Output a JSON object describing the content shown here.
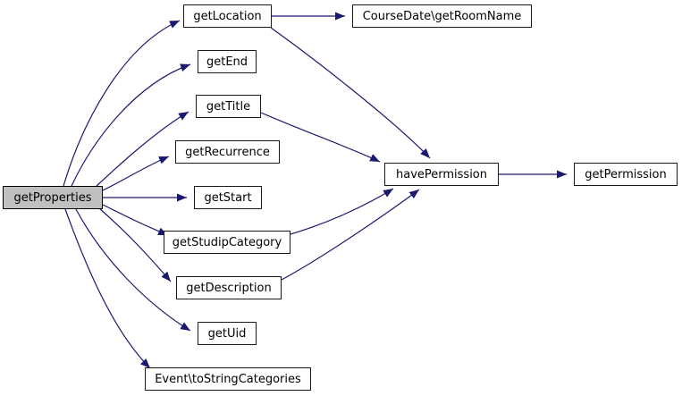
{
  "diagram": {
    "type": "call-graph",
    "colors": {
      "background": "#ffffff",
      "edge": "#191970",
      "node_border": "#1a1a1a",
      "node_fill": "#ffffff",
      "current_node_fill": "#c0c0c0",
      "text": "#000000"
    },
    "nodes": [
      {
        "id": "getProperties",
        "label": "getProperties",
        "current": true
      },
      {
        "id": "getLocation",
        "label": "getLocation",
        "current": false
      },
      {
        "id": "CourseDate\\getRoomName",
        "label": "CourseDate\\getRoomName",
        "current": false
      },
      {
        "id": "getEnd",
        "label": "getEnd",
        "current": false
      },
      {
        "id": "getTitle",
        "label": "getTitle",
        "current": false
      },
      {
        "id": "getRecurrence",
        "label": "getRecurrence",
        "current": false
      },
      {
        "id": "getStart",
        "label": "getStart",
        "current": false
      },
      {
        "id": "getStudipCategory",
        "label": "getStudipCategory",
        "current": false
      },
      {
        "id": "getDescription",
        "label": "getDescription",
        "current": false
      },
      {
        "id": "getUid",
        "label": "getUid",
        "current": false
      },
      {
        "id": "Event\\toStringCategories",
        "label": "Event\\toStringCategories",
        "current": false
      },
      {
        "id": "havePermission",
        "label": "havePermission",
        "current": false
      },
      {
        "id": "getPermission",
        "label": "getPermission",
        "current": false
      }
    ],
    "edges": [
      {
        "from": "getProperties",
        "to": "getLocation"
      },
      {
        "from": "getProperties",
        "to": "getEnd"
      },
      {
        "from": "getProperties",
        "to": "getTitle"
      },
      {
        "from": "getProperties",
        "to": "getRecurrence"
      },
      {
        "from": "getProperties",
        "to": "getStart"
      },
      {
        "from": "getProperties",
        "to": "getStudipCategory"
      },
      {
        "from": "getProperties",
        "to": "getDescription"
      },
      {
        "from": "getProperties",
        "to": "getUid"
      },
      {
        "from": "getProperties",
        "to": "Event\\toStringCategories"
      },
      {
        "from": "getLocation",
        "to": "CourseDate\\getRoomName"
      },
      {
        "from": "getLocation",
        "to": "havePermission"
      },
      {
        "from": "getTitle",
        "to": "havePermission"
      },
      {
        "from": "getStudipCategory",
        "to": "havePermission"
      },
      {
        "from": "getDescription",
        "to": "havePermission"
      },
      {
        "from": "havePermission",
        "to": "getPermission"
      }
    ]
  }
}
